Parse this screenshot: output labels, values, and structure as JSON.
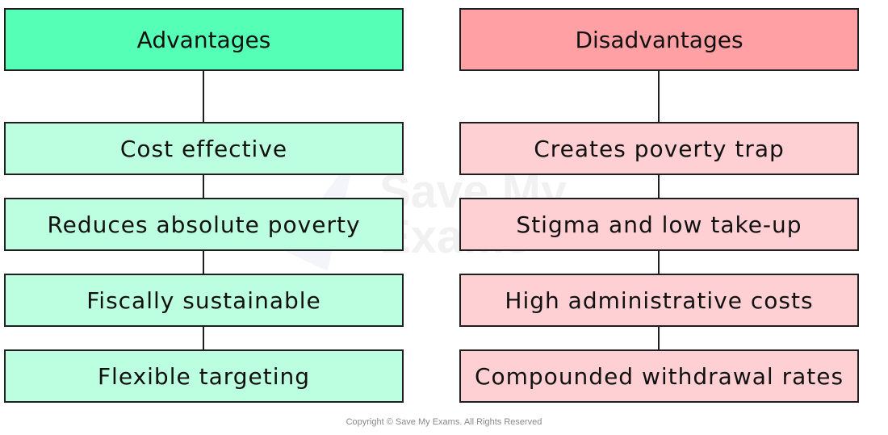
{
  "advantages": {
    "title": "Advantages",
    "header_color": "#55ffb5",
    "item_color": "#bbffe0",
    "items": [
      "Cost effective",
      "Reduces absolute poverty",
      "Fiscally sustainable",
      "Flexible targeting"
    ]
  },
  "disadvantages": {
    "title": "Disadvantages",
    "header_color": "#ffa0a5",
    "item_color": "#ffd0d3",
    "items": [
      "Creates poverty trap",
      "Stigma and low take-up",
      "High administrative costs",
      "Compounded withdrawal rates"
    ]
  },
  "watermark": [
    "Save My",
    "Exams"
  ],
  "copyright": "Copyright © Save My Exams. All Rights Reserved"
}
